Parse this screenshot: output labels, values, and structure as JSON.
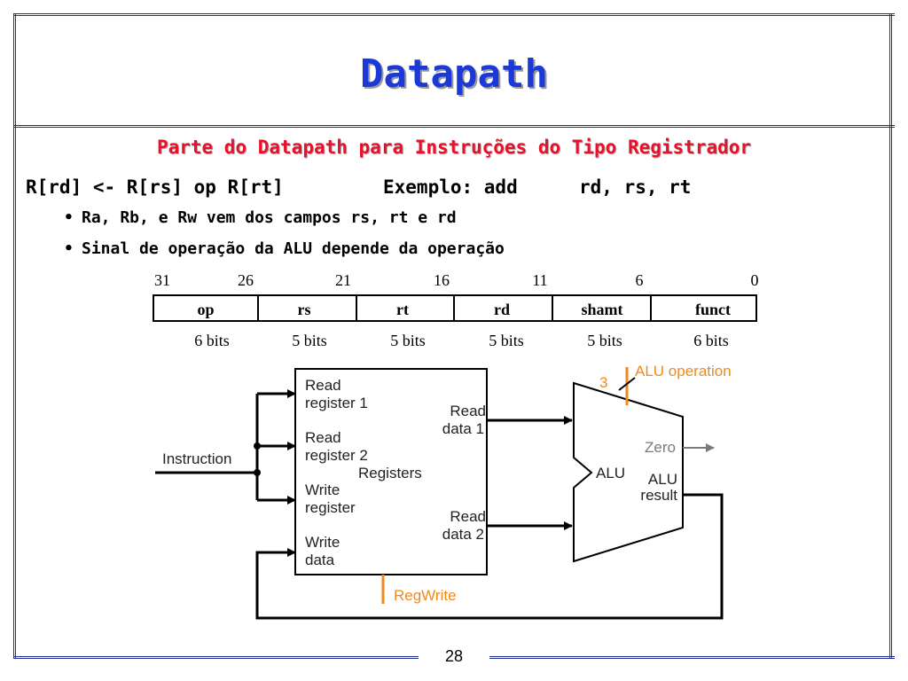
{
  "slide": {
    "title": "Datapath",
    "subtitle": "Parte do Datapath para Instruções do Tipo Registrador",
    "rtl": "R[rd] <- R[rs] op R[rt]",
    "example_label": "Exemplo: add",
    "example_args": "rd, rs, rt",
    "bullets": [
      "Ra, Rb, e Rw vem dos campos rs, rt e rd",
      "Sinal de operação da ALU depende da operação"
    ],
    "page_number": "28"
  },
  "instruction_format": {
    "bit_positions": [
      "31",
      "26",
      "21",
      "16",
      "11",
      "6",
      "0"
    ],
    "fields": [
      {
        "name": "op",
        "width": "6 bits"
      },
      {
        "name": "rs",
        "width": "5 bits"
      },
      {
        "name": "rt",
        "width": "5 bits"
      },
      {
        "name": "rd",
        "width": "5 bits"
      },
      {
        "name": "shamt",
        "width": "5 bits"
      },
      {
        "name": "funct",
        "width": "6 bits"
      }
    ]
  },
  "diagram": {
    "instruction_label": "Instruction",
    "registers": {
      "title": "Registers",
      "read_reg1": [
        "Read",
        "register 1"
      ],
      "read_reg2": [
        "Read",
        "register 2"
      ],
      "write_reg": [
        "Write",
        "register"
      ],
      "write_data": [
        "Write",
        "data"
      ],
      "read_data1": [
        "Read",
        "data 1"
      ],
      "read_data2": [
        "Read",
        "data 2"
      ]
    },
    "alu": {
      "label": "ALU",
      "result": [
        "ALU",
        "result"
      ],
      "zero": "Zero",
      "operation_label": "ALU operation",
      "operation_bits": "3"
    },
    "regwrite_label": "RegWrite",
    "colors": {
      "control": "#f08a1c",
      "zero": "#7a7a7a",
      "title": "#1a39d6",
      "subtitle": "#e8102a",
      "frame": "#1f2f8f"
    }
  }
}
